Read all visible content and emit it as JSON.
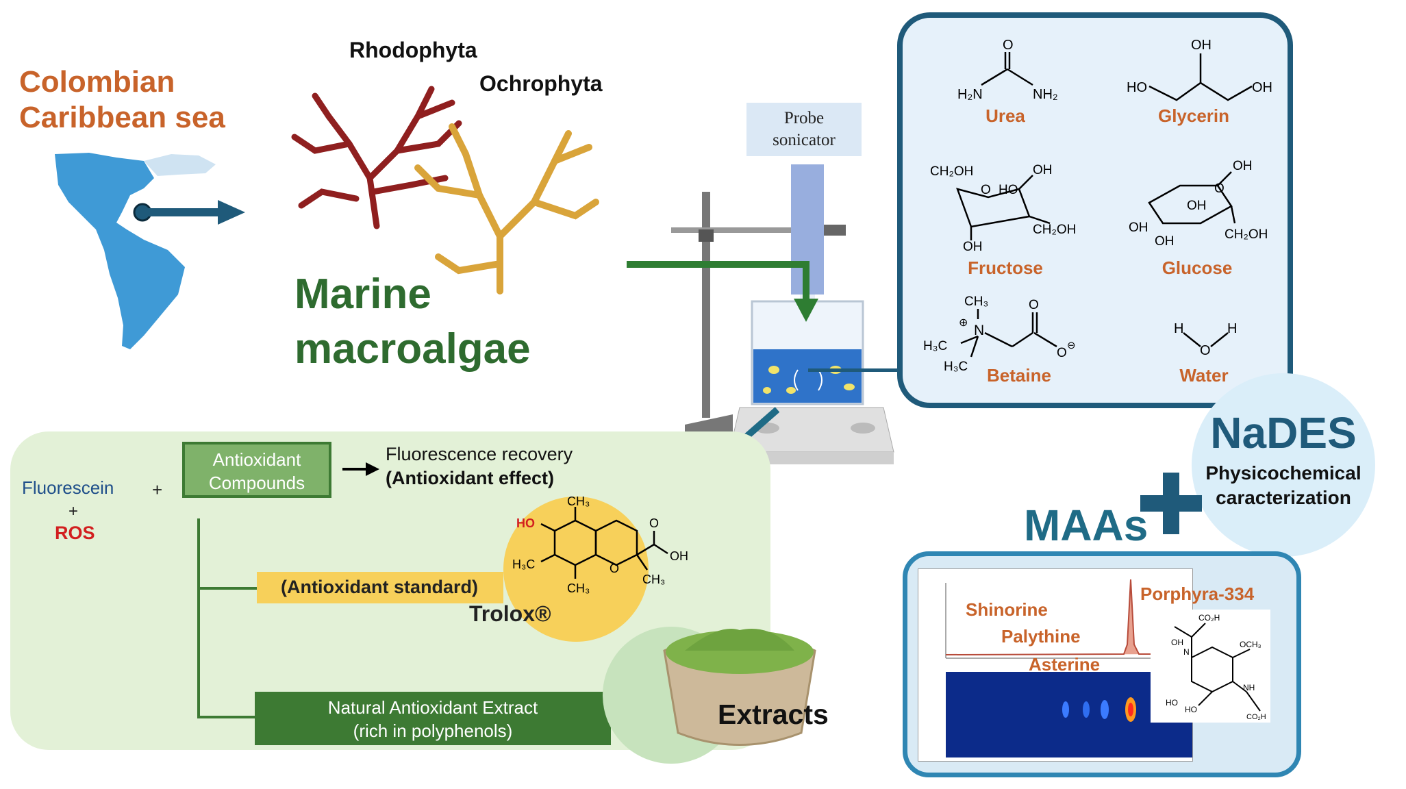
{
  "origin": {
    "line1": "Colombian",
    "line2": "Caribbean sea"
  },
  "algae": {
    "red": "Rhodophyta",
    "brown": "Ochrophyta",
    "title1": "Marine",
    "title2": "macroalgae"
  },
  "sonicator": {
    "line1": "Probe",
    "line2": "sonicator"
  },
  "nades_components": [
    "Urea",
    "Glycerin",
    "Fructose",
    "Glucose",
    "Betaine",
    "Water"
  ],
  "nades": {
    "title": "NaDES",
    "sub1": "Physicochemical",
    "sub2": "caracterization"
  },
  "maas": {
    "title": "MAAs",
    "peaks": [
      "Shinorine",
      "Palythine",
      "Asterine",
      "Porphyra-334"
    ]
  },
  "assay": {
    "fluorescein": "Fluorescein",
    "plus": "+",
    "ros": "ROS",
    "antiox_line1": "Antioxidant",
    "antiox_line2": "Compounds",
    "recovery_line1": "Fluorescence recovery",
    "recovery_line2": "(Antioxidant effect)",
    "standard": "(Antioxidant standard)",
    "trolox": "Trolox®",
    "extract_line1": "Natural Antioxidant Extract",
    "extract_line2": "(rich in polyphenols)",
    "extracts": "Extracts"
  },
  "colors": {
    "accent_orange": "#c8632a",
    "dark_green": "#2e6b2f",
    "panel_blue": "#1f5a7a",
    "light_green": "#e3f1d7",
    "teal_arrow": "#1f6b86"
  }
}
